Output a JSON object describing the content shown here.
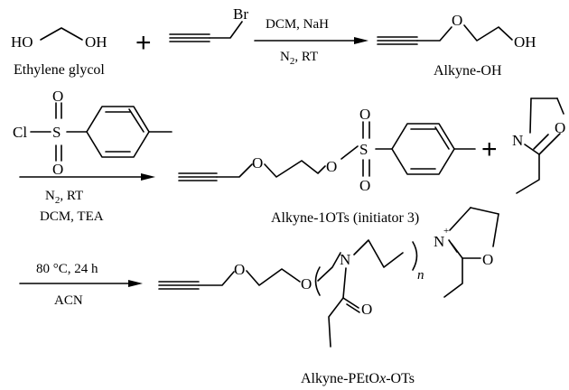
{
  "reaction1": {
    "reactant1_name": "Ethylene glycol",
    "reactant1_left_atom": "HO",
    "reactant1_right_atom": "OH",
    "reactant2_atom": "Br",
    "conditions_top": "DCM, NaH",
    "conditions_bottom_prefix": "N",
    "conditions_bottom_sub": "2",
    "conditions_bottom_suffix": ", RT",
    "product_ether_atom": "O",
    "product_oh_atom": "OH",
    "product_name": "Alkyne-OH"
  },
  "reaction2": {
    "reagent_cl": "Cl",
    "reagent_s": "S",
    "reagent_o_top": "O",
    "reagent_o_bottom": "O",
    "conditions_line1_prefix": "N",
    "conditions_line1_sub": "2",
    "conditions_line1_suffix": ", RT",
    "conditions_line2": "DCM, TEA",
    "product_o1": "O",
    "product_o2": "O",
    "product_s": "S",
    "product_o_top": "O",
    "product_o_bottom": "O",
    "product_name": "Alkyne-1OTs (initiator 3)",
    "oxazoline_n": "N",
    "oxazoline_o": "O"
  },
  "reaction3": {
    "conditions_top": "80 °C, 24 h",
    "conditions_bottom": "ACN",
    "product_o1": "O",
    "product_o2": "O",
    "product_n": "N",
    "product_carbonyl_o": "O",
    "repeat_n": "n",
    "oxazolinium_n": "N",
    "oxazolinium_charge": "+",
    "oxazolinium_o": "O",
    "product_name_prefix": "Alkyne-PEtO",
    "product_name_italic": "x",
    "product_name_suffix": "-OTs"
  }
}
